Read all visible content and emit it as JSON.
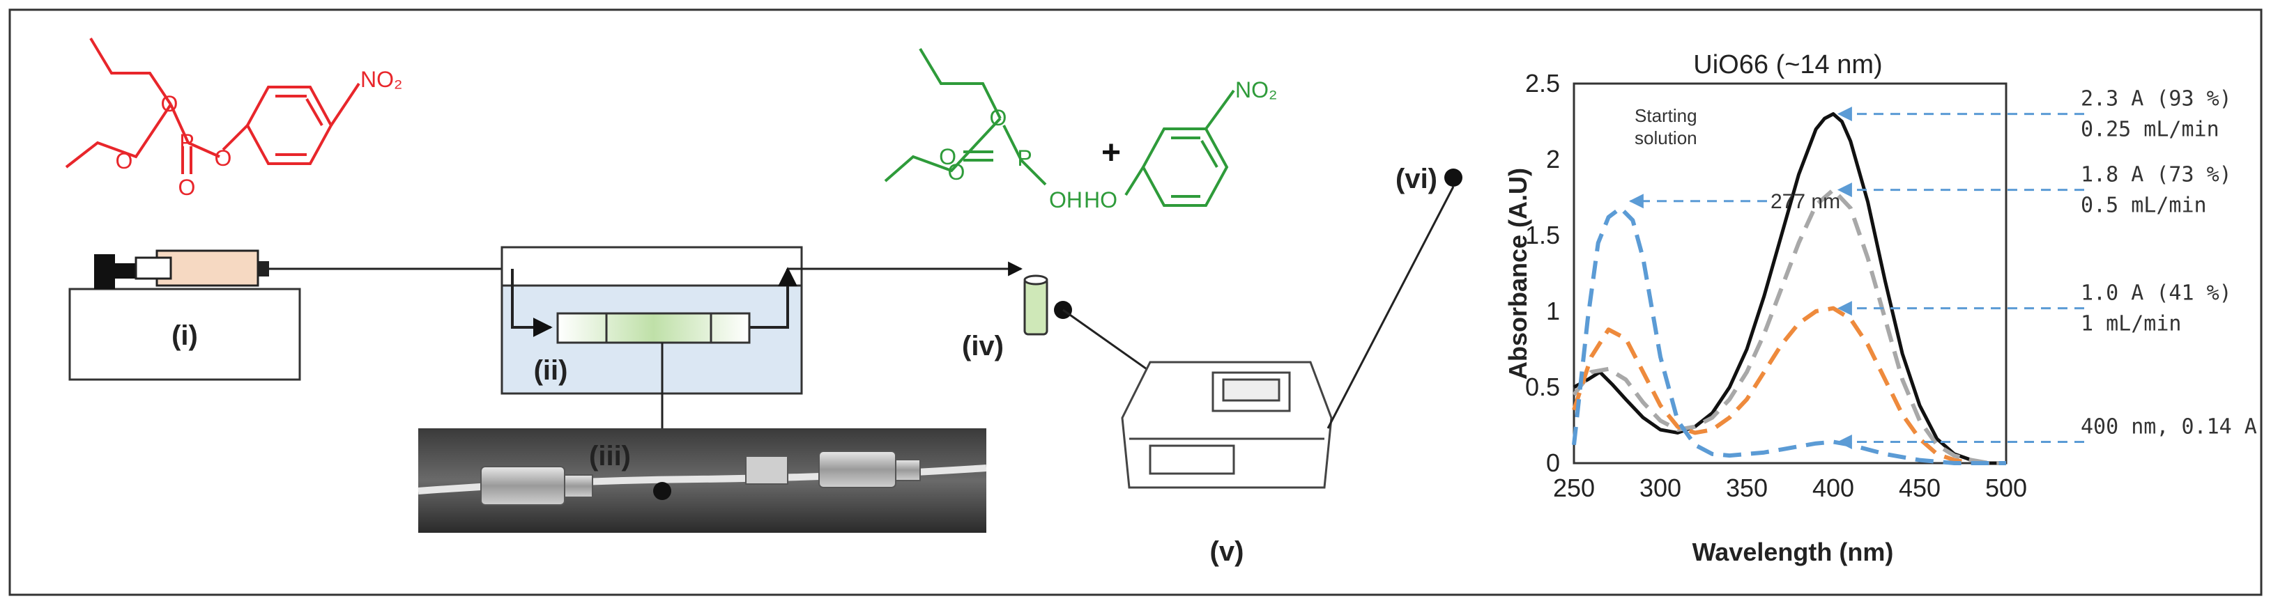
{
  "labels": {
    "syringe_pump": "(i)",
    "water_bath": "(ii)",
    "cartridge_photo": "(iii)",
    "sample_vial": "(iv)",
    "spectrophotometer": "(v)",
    "spectrum": "(vi)"
  },
  "chemistry": {
    "reactant_group": "NO₂",
    "products_plus": "+",
    "product_oh": "OH",
    "product_ho": "HO",
    "product_group": "NO₂",
    "reactant_color": "#e8262b",
    "product_color": "#2e9b3a"
  },
  "chart_data": {
    "type": "line",
    "title": "UiO66 (~14 nm)",
    "xlabel": "Wavelength (nm)",
    "ylabel": "Absorbance (A.U)",
    "xlim": [
      250,
      500
    ],
    "ylim": [
      0,
      2.5
    ],
    "xticks": [
      "250",
      "300",
      "350",
      "400",
      "450",
      "500"
    ],
    "yticks": [
      "0",
      "0.5",
      "1",
      "1.5",
      "2",
      "2.5"
    ],
    "series": [
      {
        "style": "black-solid",
        "color": "#111111",
        "x": [
          250,
          258,
          265,
          272,
          280,
          290,
          300,
          310,
          320,
          330,
          340,
          350,
          360,
          370,
          380,
          390,
          395,
          400,
          405,
          410,
          420,
          430,
          440,
          450,
          460,
          470,
          480,
          490,
          500
        ],
        "y": [
          0.5,
          0.55,
          0.6,
          0.52,
          0.42,
          0.3,
          0.22,
          0.2,
          0.24,
          0.33,
          0.5,
          0.75,
          1.1,
          1.5,
          1.9,
          2.2,
          2.27,
          2.3,
          2.25,
          2.12,
          1.72,
          1.2,
          0.72,
          0.38,
          0.16,
          0.06,
          0.02,
          0.0,
          0.0
        ]
      },
      {
        "style": "grey-dashed",
        "color": "#a8a8a8",
        "x": [
          250,
          260,
          270,
          280,
          290,
          300,
          310,
          320,
          330,
          340,
          350,
          360,
          370,
          380,
          390,
          400,
          410,
          420,
          430,
          440,
          450,
          460,
          470,
          480,
          490,
          500
        ],
        "y": [
          0.45,
          0.6,
          0.62,
          0.55,
          0.4,
          0.28,
          0.22,
          0.24,
          0.3,
          0.42,
          0.6,
          0.85,
          1.15,
          1.45,
          1.7,
          1.8,
          1.68,
          1.35,
          0.95,
          0.55,
          0.28,
          0.12,
          0.05,
          0.02,
          0.0,
          0.0
        ]
      },
      {
        "style": "orange-dashed",
        "color": "#ee8a3c",
        "x": [
          250,
          260,
          270,
          280,
          290,
          300,
          310,
          320,
          330,
          340,
          350,
          360,
          370,
          380,
          390,
          400,
          410,
          420,
          430,
          440,
          450,
          460,
          470,
          480,
          490,
          500
        ],
        "y": [
          0.35,
          0.7,
          0.88,
          0.82,
          0.6,
          0.38,
          0.24,
          0.2,
          0.22,
          0.3,
          0.42,
          0.6,
          0.78,
          0.92,
          1.0,
          1.02,
          0.95,
          0.78,
          0.55,
          0.32,
          0.16,
          0.06,
          0.02,
          0.0,
          0.0,
          0.0
        ]
      },
      {
        "style": "blue-dashed",
        "color": "#5b9bd5",
        "x": [
          250,
          258,
          264,
          270,
          277,
          284,
          290,
          300,
          310,
          320,
          330,
          340,
          350,
          360,
          370,
          380,
          390,
          400,
          410,
          420,
          430,
          440,
          450,
          460,
          470,
          480,
          490,
          500
        ],
        "y": [
          0.12,
          0.95,
          1.45,
          1.62,
          1.68,
          1.6,
          1.35,
          0.7,
          0.28,
          0.12,
          0.06,
          0.05,
          0.06,
          0.07,
          0.09,
          0.11,
          0.13,
          0.14,
          0.12,
          0.09,
          0.06,
          0.04,
          0.02,
          0.01,
          0.0,
          0.0,
          0.0,
          0.0
        ]
      }
    ],
    "annotations": [
      {
        "text": "2.3 A (93 %)",
        "line2": "0.25 mL/min",
        "x": 400,
        "y": 2.3
      },
      {
        "text": "1.8 A (73 %)",
        "line2": "0.5 mL/min",
        "x": 400,
        "y": 1.8
      },
      {
        "text": "1.0 A (41 %)",
        "line2": "1 mL/min",
        "x": 400,
        "y": 1.02
      },
      {
        "text": "400 nm, 0.14 A",
        "line2": "",
        "x": 400,
        "y": 0.14
      }
    ],
    "peak_label": "277 nm",
    "peak": {
      "x": 277,
      "y": 1.68
    },
    "legend_text_1": "Starting",
    "legend_text_2": "solution"
  }
}
